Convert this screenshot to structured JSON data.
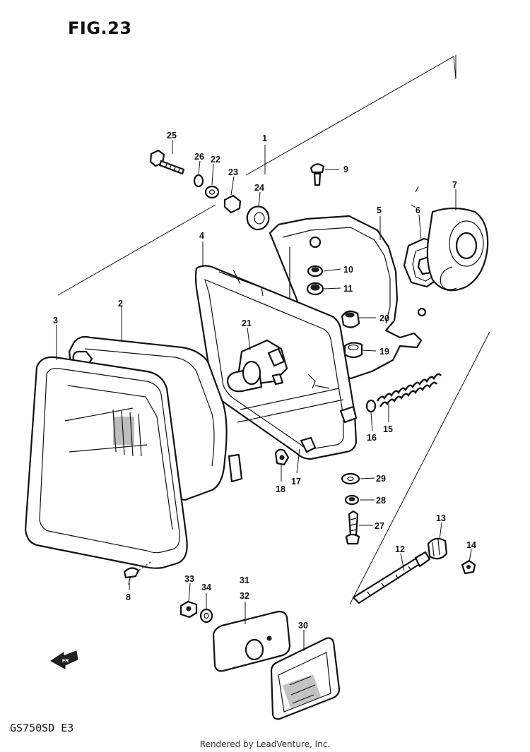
{
  "figure": {
    "title": "FIG.23",
    "model": "GS750SD  E3",
    "credit": "Rendered by LeadVenture, Inc."
  },
  "callouts": [
    {
      "id": "c1",
      "text": "1"
    },
    {
      "id": "c2",
      "text": "2"
    },
    {
      "id": "c3",
      "text": "3"
    },
    {
      "id": "c4",
      "text": "4"
    },
    {
      "id": "c5",
      "text": "5"
    },
    {
      "id": "c6",
      "text": "6"
    },
    {
      "id": "c7",
      "text": "7"
    },
    {
      "id": "c8",
      "text": "8"
    },
    {
      "id": "c9",
      "text": "9"
    },
    {
      "id": "c10",
      "text": "10"
    },
    {
      "id": "c11",
      "text": "11"
    },
    {
      "id": "c12",
      "text": "12"
    },
    {
      "id": "c13",
      "text": "13"
    },
    {
      "id": "c14",
      "text": "14"
    },
    {
      "id": "c15",
      "text": "15"
    },
    {
      "id": "c16",
      "text": "16"
    },
    {
      "id": "c17",
      "text": "17"
    },
    {
      "id": "c18",
      "text": "18"
    },
    {
      "id": "c19",
      "text": "19"
    },
    {
      "id": "c20",
      "text": "20"
    },
    {
      "id": "c21",
      "text": "21"
    },
    {
      "id": "c22",
      "text": "22"
    },
    {
      "id": "c23",
      "text": "23"
    },
    {
      "id": "c24",
      "text": "24"
    },
    {
      "id": "c25",
      "text": "25"
    },
    {
      "id": "c26",
      "text": "26"
    },
    {
      "id": "c27",
      "text": "27"
    },
    {
      "id": "c28",
      "text": "28"
    },
    {
      "id": "c29",
      "text": "29"
    },
    {
      "id": "c30",
      "text": "30"
    },
    {
      "id": "c31",
      "text": "31"
    },
    {
      "id": "c32",
      "text": "32"
    },
    {
      "id": "c33",
      "text": "33"
    },
    {
      "id": "c34",
      "text": "34"
    }
  ]
}
